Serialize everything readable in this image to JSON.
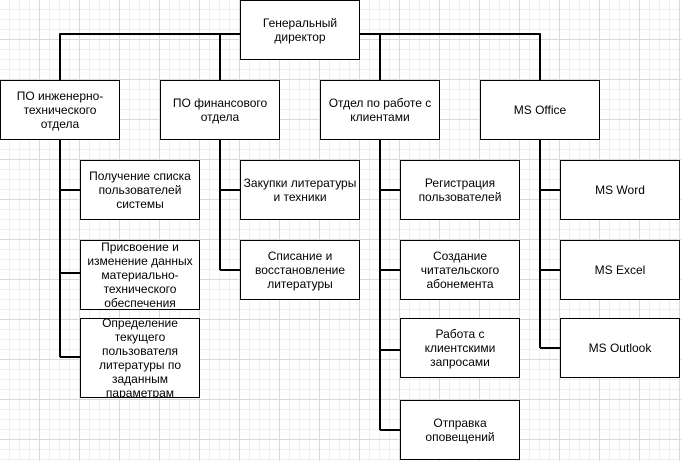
{
  "diagram": {
    "root": "Генеральный директор",
    "departments": [
      {
        "title": "ПО инженерно-технического отдела",
        "items": [
          "Получение списка пользователей системы",
          "Присвоение и изменение данных материально-технического обеспечения",
          "Определение текущего пользователя литературы по заданным параметрам"
        ]
      },
      {
        "title": "ПО финансового отдела",
        "items": [
          "Закупки литературы и техники",
          "Списание и восстановление литературы"
        ]
      },
      {
        "title": "Отдел по работе с клиентами",
        "items": [
          "Регистрация пользователей",
          "Создание читательского абонемента",
          "Работа с клиентскими запросами",
          "Отправка оповещений"
        ]
      },
      {
        "title": "MS Office",
        "items": [
          "MS Word",
          "MS Excel",
          "MS Outlook"
        ]
      }
    ]
  }
}
